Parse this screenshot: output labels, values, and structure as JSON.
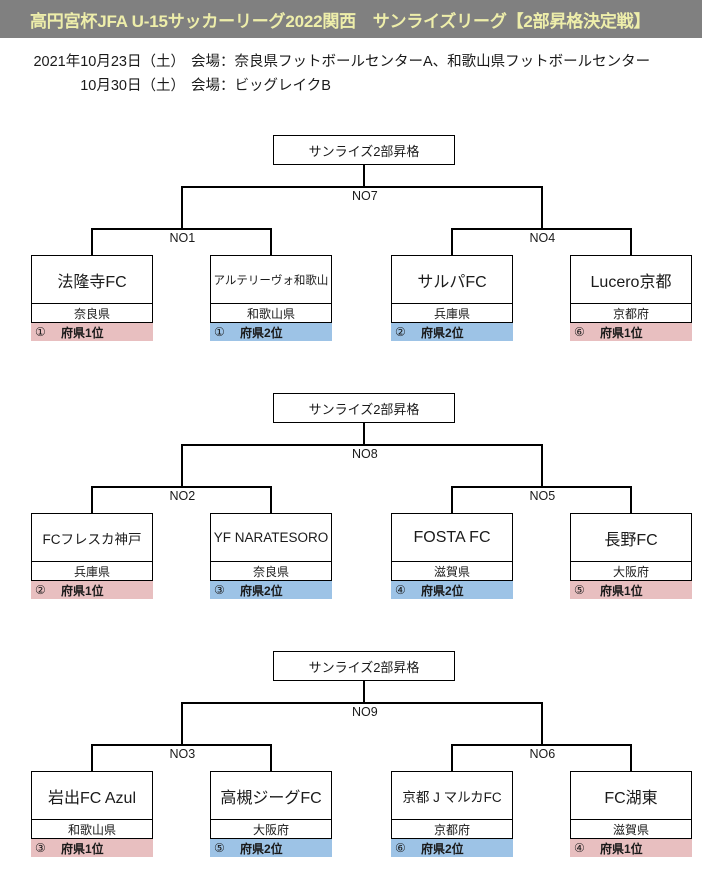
{
  "header": {
    "title": "高円宮杯JFA U-15サッカーリーグ2022関西　サンライズリーグ【2部昇格決定戦】",
    "bg_color": "#808080",
    "text_color": "#eeeeaa"
  },
  "meta": {
    "rows": [
      {
        "date": "2021年10月23日（土）",
        "venue": "会場：奈良県フットボールセンターA、和歌山県フットボールセンター"
      },
      {
        "date": "10月30日（土）",
        "venue": "会場：ビッグレイクB"
      }
    ]
  },
  "colors": {
    "rank1_bg": "#e8bfc0",
    "rank2_bg": "#9dc3e6",
    "line": "#000000"
  },
  "brackets": [
    {
      "promotion_label": "サンライズ2部昇格",
      "final_node": "NO7",
      "left_node": "NO1",
      "right_node": "NO4",
      "teams": [
        {
          "name": "法隆寺FC",
          "size": "lg",
          "prefecture": "奈良県",
          "seed": "①",
          "rank": "府県1位",
          "rank_type": "rank1"
        },
        {
          "name": "アルテリーヴォ和歌山",
          "size": "sm",
          "prefecture": "和歌山県",
          "seed": "①",
          "rank": "府県2位",
          "rank_type": "rank2"
        },
        {
          "name": "サルパFC",
          "size": "lg",
          "prefecture": "兵庫県",
          "seed": "②",
          "rank": "府県2位",
          "rank_type": "rank2"
        },
        {
          "name": "Lucero京都",
          "size": "lg",
          "prefecture": "京都府",
          "seed": "⑥",
          "rank": "府県1位",
          "rank_type": "rank1"
        }
      ]
    },
    {
      "promotion_label": "サンライズ2部昇格",
      "final_node": "NO8",
      "left_node": "NO2",
      "right_node": "NO5",
      "teams": [
        {
          "name": "FCフレスカ神戸",
          "size": "md",
          "prefecture": "兵庫県",
          "seed": "②",
          "rank": "府県1位",
          "rank_type": "rank1"
        },
        {
          "name": "YF NARATESORO",
          "size": "md",
          "prefecture": "奈良県",
          "seed": "③",
          "rank": "府県2位",
          "rank_type": "rank2"
        },
        {
          "name": "FOSTA FC",
          "size": "lg",
          "prefecture": "滋賀県",
          "seed": "④",
          "rank": "府県2位",
          "rank_type": "rank2"
        },
        {
          "name": "長野FC",
          "size": "lg",
          "prefecture": "大阪府",
          "seed": "⑤",
          "rank": "府県1位",
          "rank_type": "rank1"
        }
      ]
    },
    {
      "promotion_label": "サンライズ2部昇格",
      "final_node": "NO9",
      "left_node": "NO3",
      "right_node": "NO6",
      "teams": [
        {
          "name": "岩出FC Azul",
          "size": "lg",
          "prefecture": "和歌山県",
          "seed": "③",
          "rank": "府県1位",
          "rank_type": "rank1"
        },
        {
          "name": "高槻ジーグFC",
          "size": "lg",
          "prefecture": "大阪府",
          "seed": "⑤",
          "rank": "府県2位",
          "rank_type": "rank2"
        },
        {
          "name": "京都 J マルカFC",
          "size": "md",
          "prefecture": "京都府",
          "seed": "⑥",
          "rank": "府県2位",
          "rank_type": "rank2"
        },
        {
          "name": "FC湖東",
          "size": "lg",
          "prefecture": "滋賀県",
          "seed": "④",
          "rank": "府県1位",
          "rank_type": "rank1"
        }
      ]
    }
  ]
}
